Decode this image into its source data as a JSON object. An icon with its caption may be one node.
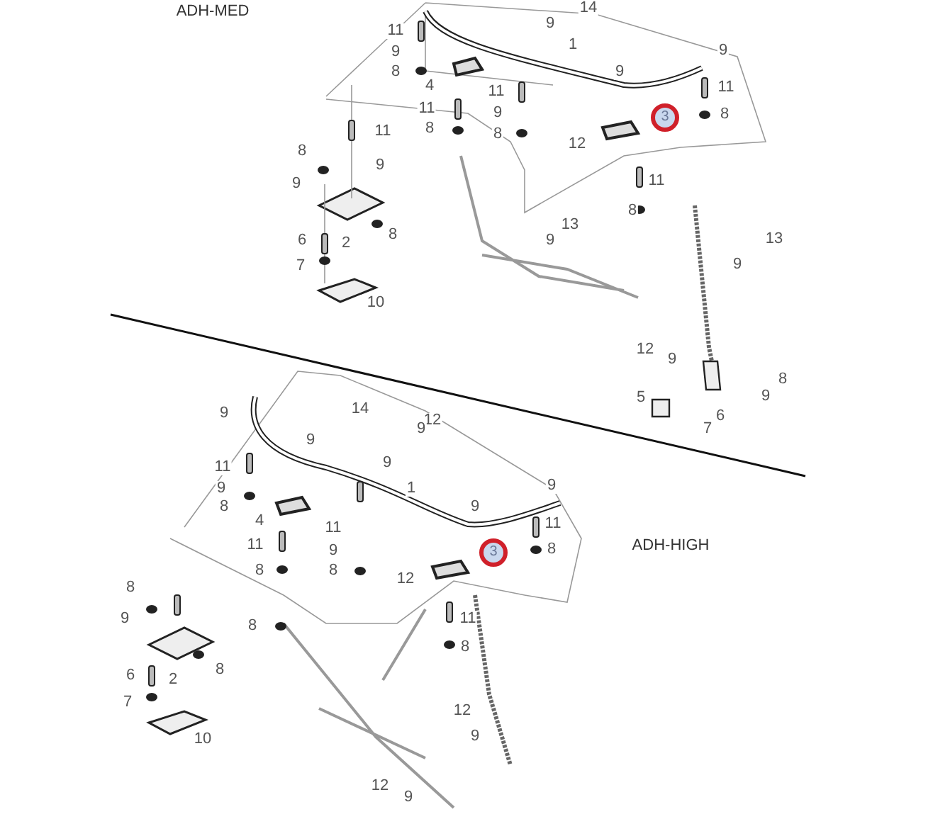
{
  "diagram": {
    "labels": [
      "ADH-MED",
      "14",
      "9",
      "1",
      "9",
      "9",
      "11",
      "9",
      "8",
      "4",
      "11",
      "8",
      "11",
      "9",
      "8",
      "11",
      "8",
      "3",
      "12",
      "11",
      "8",
      "11",
      "8",
      "9",
      "9",
      "8",
      "6",
      "2",
      "7",
      "10",
      "13",
      "9",
      "13",
      "9",
      "12",
      "9",
      "8",
      "9",
      "5",
      "6",
      "7",
      "9",
      "14",
      "12",
      "9",
      "9",
      "9",
      "11",
      "9",
      "8",
      "1",
      "9",
      "4",
      "9",
      "11",
      "11",
      "9",
      "8",
      "8",
      "12",
      "3",
      "11",
      "8",
      "11",
      "8",
      "ADH-HIGH",
      "8",
      "9",
      "8",
      "8",
      "6",
      "2",
      "7",
      "10",
      "12",
      "9",
      "12",
      "9"
    ]
  }
}
